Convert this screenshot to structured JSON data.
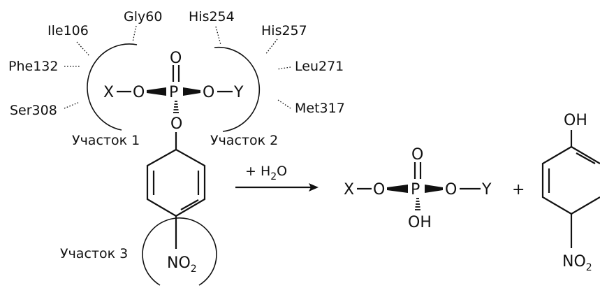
{
  "residues": {
    "gly60": "Gly60",
    "ile106": "Ile106",
    "phe132": "Phe132",
    "ser308": "Ser308",
    "his254": "His254",
    "his257": "His257",
    "leu271": "Leu271",
    "met317": "Met317"
  },
  "sites": {
    "site1": "Участок 1",
    "site2": "Участок 2",
    "site3": "Участок 3"
  },
  "atoms": {
    "x": "X",
    "y": "Y",
    "o": "O",
    "p": "P",
    "n": "N",
    "oh": "OH",
    "dash": "—"
  },
  "reaction": {
    "reagent_prefix": "+ H",
    "reagent_sub": "2",
    "reagent_suffix": "O",
    "plus": "+"
  },
  "groups": {
    "no2_prefix": "NO",
    "no2_sub": "2"
  }
}
